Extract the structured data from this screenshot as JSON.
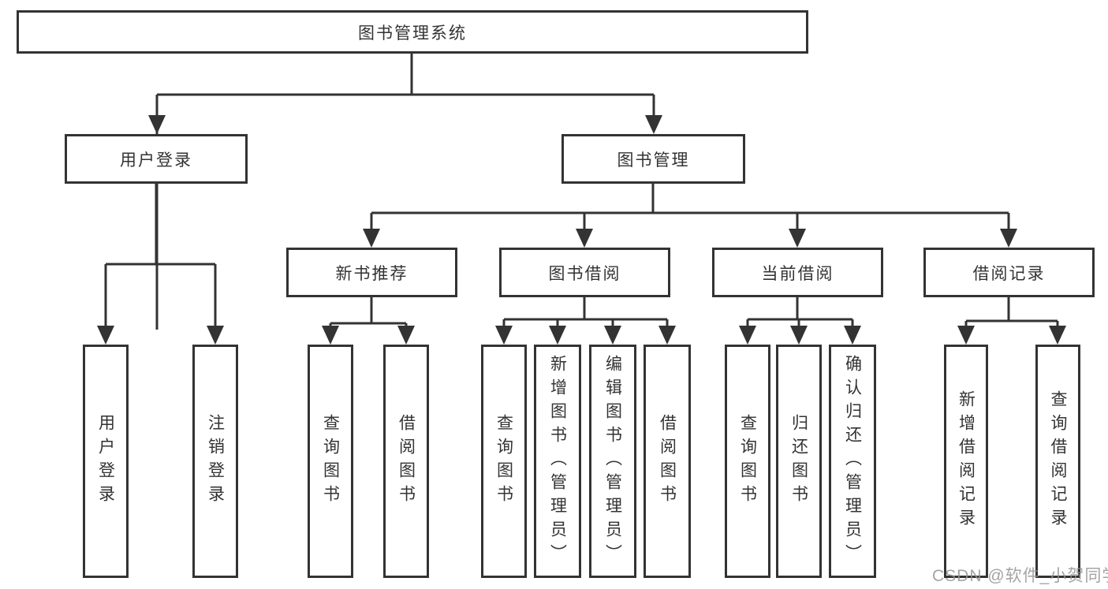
{
  "root_label": "图书管理系统",
  "level2": {
    "user_login": "用户登录",
    "book_management": "图书管理"
  },
  "level3": {
    "new_book_recommend": "新书推荐",
    "book_borrowing": "图书借阅",
    "current_borrowing": "当前借阅",
    "borrowing_records": "借阅记录"
  },
  "leaves": {
    "user_login": [
      "用户登录",
      "注销登录"
    ],
    "new_book_recommend": [
      "查询图书",
      "借阅图书"
    ],
    "book_borrowing": [
      "查询图书",
      "新增图书（管理员）",
      "编辑图书（管理员）",
      "借阅图书"
    ],
    "current_borrowing": [
      "查询图书",
      "归还图书",
      "确认归还（管理员）"
    ],
    "borrowing_records": [
      "新增借阅记录",
      "查询借阅记录"
    ]
  },
  "watermark": "CSDN @软件_小贺同学",
  "colors": {
    "line": "#333333",
    "text": "#333333",
    "background": "#ffffff",
    "watermark": "#949494"
  }
}
